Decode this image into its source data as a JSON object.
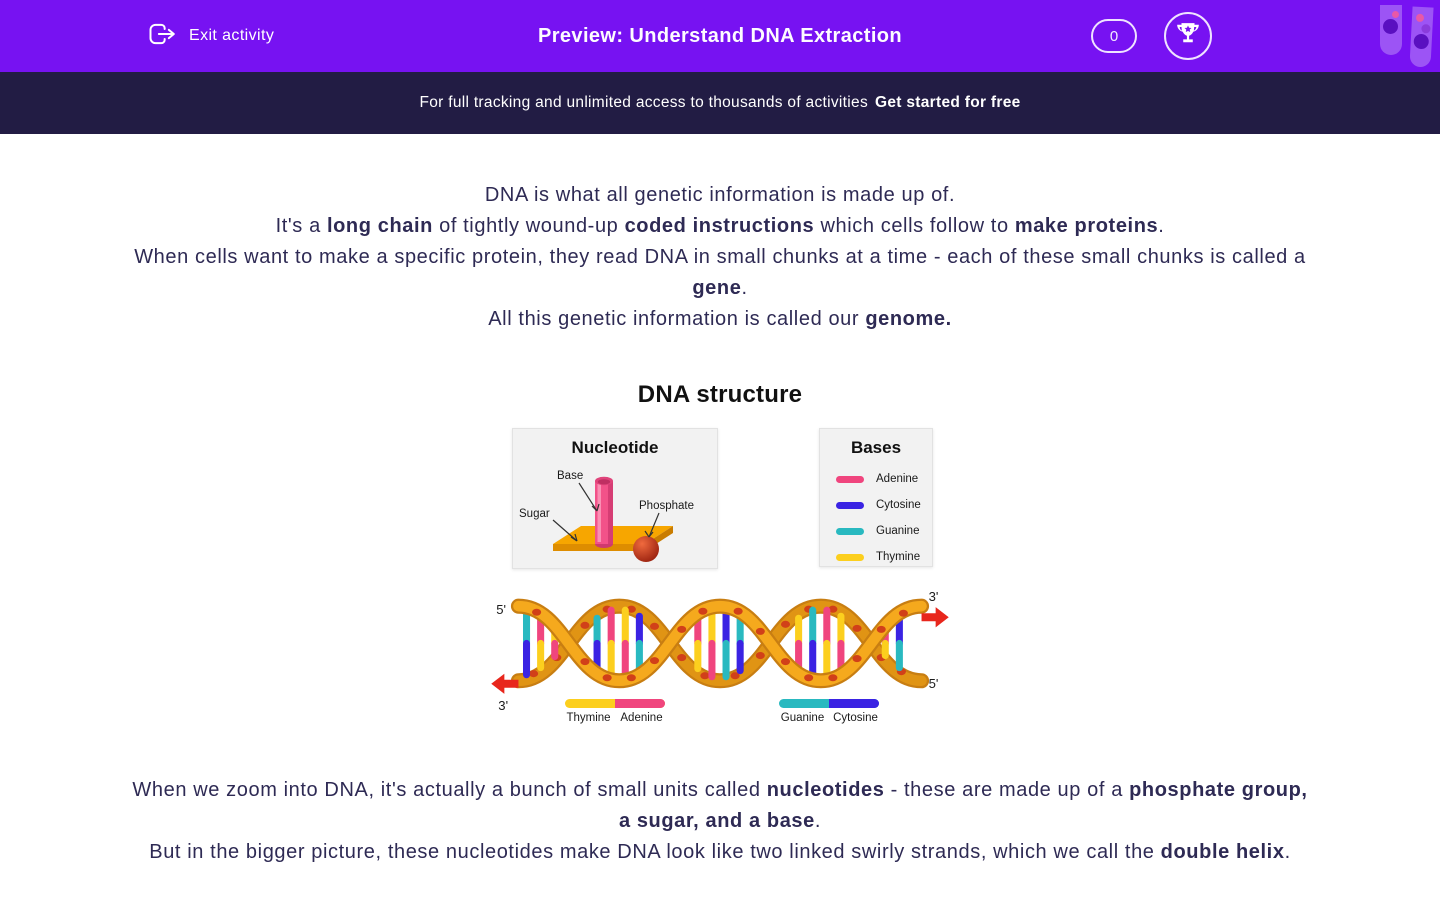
{
  "header": {
    "exit_label": "Exit activity",
    "title": "Preview: Understand DNA Extraction",
    "score": "0"
  },
  "banner": {
    "text": "For full tracking and unlimited access to thousands of activities",
    "cta": "Get started for free"
  },
  "intro": {
    "s1": [
      "DNA is what all genetic information is made up of."
    ],
    "s2": [
      "It's a ",
      "long chain",
      " of tightly wound-up ",
      "coded instructions",
      " which cells follow to ",
      "make proteins",
      "."
    ],
    "s3": [
      "When cells want to make a specific protein, they read DNA in small chunks at a time - each of these small chunks is called a ",
      "gene",
      "."
    ],
    "s4": [
      "All this genetic information is called our ",
      "genome."
    ]
  },
  "figure": {
    "title": "DNA structure",
    "nucleotide": {
      "title": "Nucleotide",
      "base_label": "Base",
      "sugar_label": "Sugar",
      "phosphate_label": "Phosphate"
    },
    "bases": {
      "title": "Bases",
      "items": [
        {
          "name": "Adenine",
          "color": "#f0457e"
        },
        {
          "name": "Cytosine",
          "color": "#3a23e3"
        },
        {
          "name": "Guanine",
          "color": "#29b9c0"
        },
        {
          "name": "Thymine",
          "color": "#fccf1e"
        }
      ]
    },
    "helix": {
      "top_left": "5'",
      "bottom_left": "3'",
      "top_right": "3'",
      "bottom_right": "5'",
      "strand_color": "#f5a91d",
      "dot_color": "#d14019",
      "arrow_color": "#e8261c"
    },
    "pairs": [
      {
        "left": "Thymine",
        "right": "Adenine",
        "left_color": "#fccf1e",
        "right_color": "#f0457e"
      },
      {
        "left": "Guanine",
        "right": "Cytosine",
        "left_color": "#29b9c0",
        "right_color": "#3a23e3"
      }
    ]
  },
  "outro": {
    "s1": [
      "When we zoom into DNA, it's actually a bunch of small units called ",
      "nucleotides",
      " - these are made up of a ",
      "phosphate group, a sugar, and a base",
      "."
    ],
    "s2": [
      "But in the bigger picture, these nucleotides make DNA look like two linked swirly strands, which we call the ",
      "double helix",
      "."
    ]
  }
}
